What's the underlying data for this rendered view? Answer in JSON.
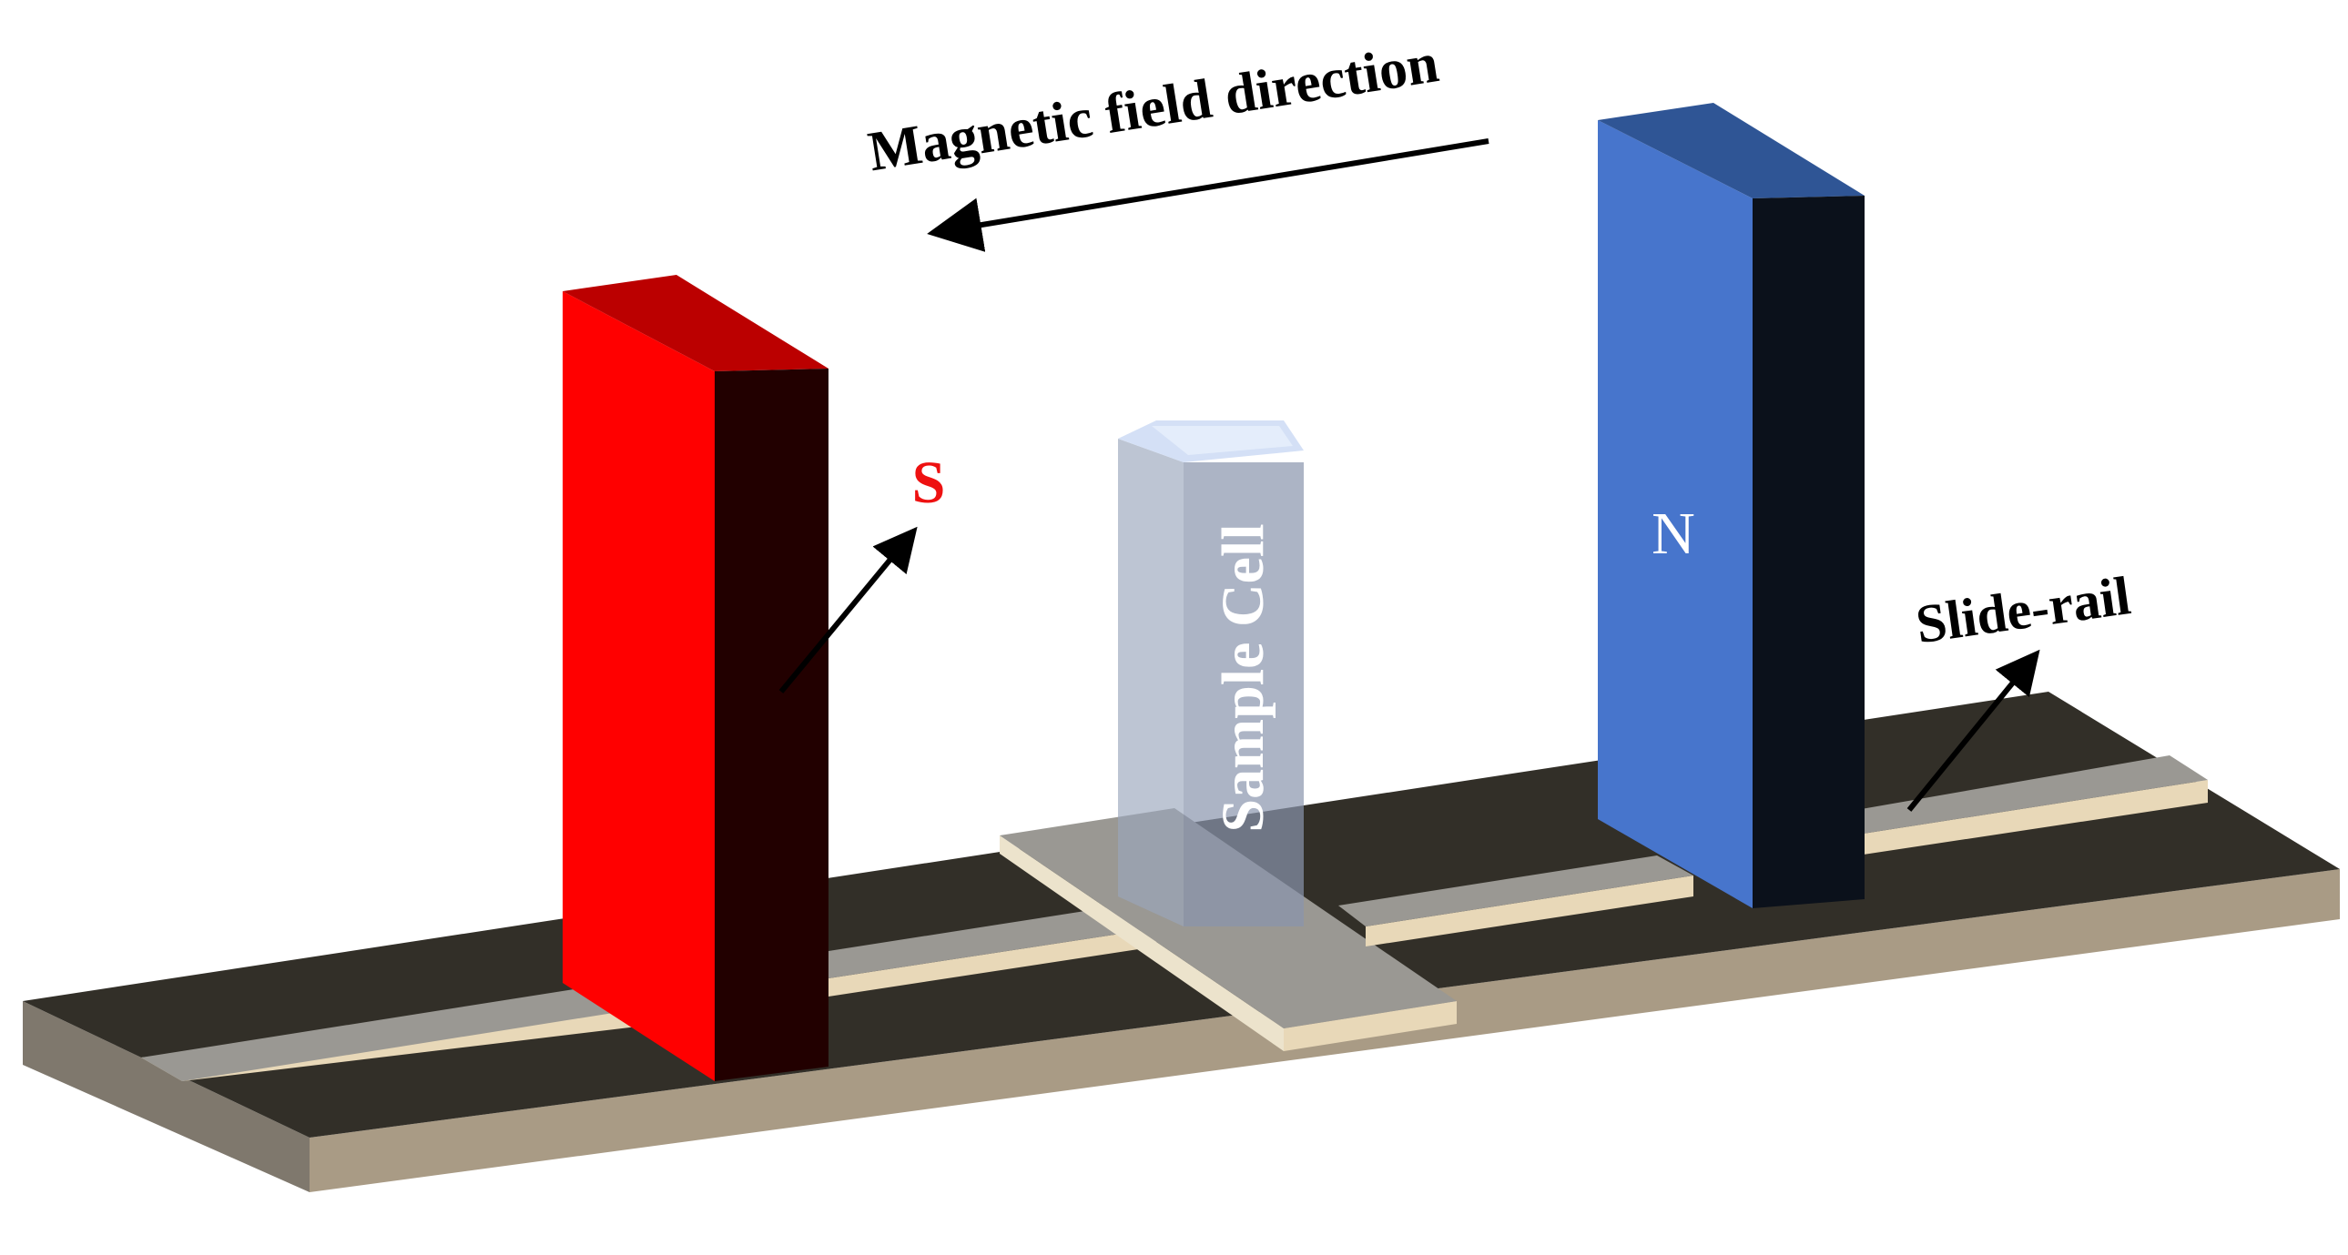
{
  "labels": {
    "field_direction": "Magnetic field direction",
    "south_pole": "S",
    "north_pole": "N",
    "sample_cell": "Sample Cell",
    "slide_rail": "Slide-rail"
  },
  "colors": {
    "south_magnet_front": "#ff0000",
    "south_magnet_top": "#bb0000",
    "south_magnet_side": "#220000",
    "north_magnet_front": "#4775cc",
    "north_magnet_top": "#2f5595",
    "north_magnet_side": "#0b111b",
    "base_top": "#322f28",
    "base_front": "#a99b85",
    "base_side": "#7f786d",
    "rail_top": "#9a9893",
    "rail_side": "#e8d8b8",
    "sample_cell_body": "#9aa6bc",
    "sample_cell_top": "#d4e0f6",
    "pole_label_south": "#ee1111",
    "pole_label_north": "#ffffff",
    "text": "#000000"
  }
}
